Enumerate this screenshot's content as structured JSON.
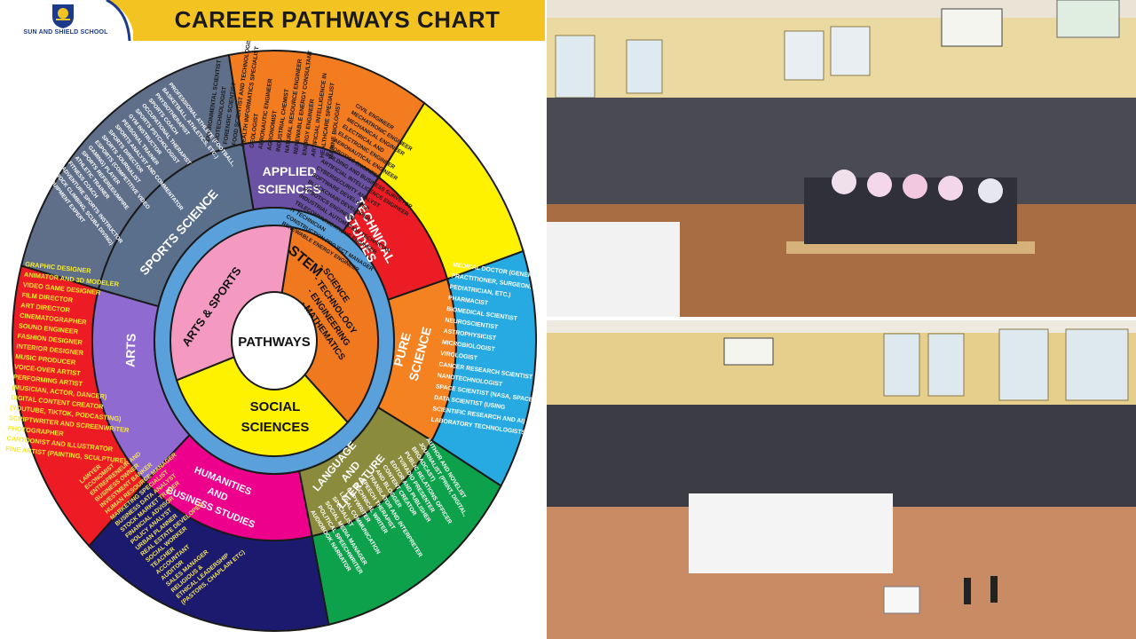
{
  "header": {
    "school_name": "SUN AND SHIELD SCHOOL",
    "title": "CAREER PATHWAYS CHART"
  },
  "colors": {
    "header_yellow": "#f3c321",
    "stem_orange": "#f0791f",
    "arts_pink": "#f49ac1",
    "social_yellow": "#fff200",
    "inner_ring": "#5aa0db",
    "sports_slate": "#5a6f8c",
    "applied_purple": "#6a51a3",
    "technical_red": "#ec1c24",
    "pure_orange": "#f58220",
    "language_olive": "#8a8b3c",
    "humanities_magenta": "#ec008c",
    "arts_purple": "#8f6ad1",
    "outer_orange": "#f47c20",
    "outer_yellow": "#fff200",
    "outer_blue": "#27aae1",
    "outer_green": "#0ea14b",
    "outer_navy": "#1b1a6e",
    "outer_red": "#ed1c24",
    "outer_slate": "#5f6f89"
  },
  "wheel": {
    "center": "PATHWAYS",
    "pathways": [
      {
        "name": "STEM",
        "sub": [
          "- SCIENCE",
          "- TECHNOLOGY",
          "- ENGINEERING",
          "- MATHEMATICS"
        ]
      },
      {
        "name": "SOCIAL",
        "name2": "SCIENCES"
      },
      {
        "name": "ARTS & SPORTS"
      }
    ],
    "tracks": {
      "applied": [
        "APPLIED",
        "SCIENCES"
      ],
      "technical": [
        "TECHNICAL",
        "STUDIES"
      ],
      "pure": [
        "PURE",
        "SCIENCE"
      ],
      "language": [
        "LANGUAGE",
        "AND",
        "LITERATURE"
      ],
      "humanities": [
        "HUMANITIES",
        "AND",
        "BUSINESS STUDIES"
      ],
      "arts": [
        "ARTS"
      ],
      "sports": [
        "SPORTS SCIENCE"
      ]
    },
    "careers": {
      "applied": [
        "ENVIRONMENTAL SCIENTIST",
        "BIOTECHNOLOGIST",
        "FORENSIC SCIENTIST",
        "FOOD SCIENTIST AND TECHNOLOGIST",
        "HEALTH INFORMATICS SPECIALIST",
        "GEOLOGIST",
        "AERONAUTIC ENGINEER",
        "AGRONOMIST",
        "INDUSTRIAL CHEMIST",
        "NATURAL RESOURCE ENGINEER",
        "RENEWABLE ENERGY CONSULTANT",
        "ENERGY ENGINEER",
        "ARTIFICIAL INTELLIGENCE IN",
        "HEALTHCARE SPECIALIST",
        "MARINE BIOLOGIST"
      ],
      "technical": [
        "CIVIL ENGINEER",
        "MECHATRONIC ENGINEER",
        "MECHANICAL ENGINEER",
        "ELECTRICAL AND",
        "ELECTRONIC ENGINEER",
        "AERONAUTICAL ENGINEER",
        "ROBOTICS ENGINEER",
        "BUILDING AND BUSINESS SURVEYOR",
        "ARTIFICIAL INTELLIGENCE ENGINEER",
        "CYBERSECURITY ANALYST",
        "SOFTWARE DEVELOPER",
        "BLOCKCHAIN DEVELOPER",
        "ROBOTICS ENGINEER",
        "INDUSTRIAL AUTOMATION TECHNICIAN",
        "TELECOMMUNICATIONS ENGINEER",
        "IT TECHNICIAN",
        "CONSTRUCTION PROJECT MANAGER",
        "RENEWABLE ENERGY ENGINEER"
      ],
      "pure": [
        "MEDICAL DOCTOR (GENERAL",
        "PRACTITIONER, SURGEON,",
        "PEDIATRICIAN, ETC.)",
        "PHARMACIST",
        "BIOMEDICAL SCIENTIST",
        "NEUROSCIENTIST",
        "ASTROPHYSICIST",
        "MICROBIOLOGIST",
        "VIROLOGIST",
        "CANCER RESEARCH SCIENTIST",
        "NANOTECHNOLOGIST",
        "SPACE SCIENTIST (NASA, SPACEX)",
        "DATA SCIENTIST (USING",
        "SCIENTIFIC RESEARCH AND AI)",
        "LABORATORY TECHNOLOGISTS"
      ],
      "language": [
        "AUTHOR AND NOVELIST",
        "JOURNALIST (PRINT, DIGITAL,",
        "BROADCAST)",
        "PUBLIC RELATIONS OFFICER",
        "TV/RADIO PRESENTER",
        "EDITOR AND PUBLISHER",
        "CONTENT CREATOR",
        "AND BLOGGER",
        "TRANSLATOR AND INTERPRETER",
        "SPEECH THERAPIST",
        "TECHNICAL WRITER",
        "COPYWRITER",
        "LEGAL COMMUNICATION",
        "SPECIALIST",
        "SOCIAL MEDIA MANAGER",
        "POLITICAL SPEECHWRITER",
        "AUDIOBOOK NARRATOR"
      ],
      "humanities": [
        "LAWYER",
        "ECONOMIST",
        "ENTREPRENEUR AND",
        "BUSINESS OWNER",
        "INVESTMENT BANKER",
        "HUMAN RESOURCE MANAGER",
        "MARKETING SPECIALIST",
        "BUSINESS DATA ANALYST",
        "STOCK MARKET TRADER",
        "FINANCIAL ADVISOR",
        "POLICY ANALYST",
        "URBAN PLANNER",
        "REAL ESTATE DEVELOPER",
        "SOCIAL WORKER",
        "TEACHER",
        "ACCOUNTANT",
        "AUDITOR",
        "SALES MANAGER",
        "RELIGIOUS &",
        "ETHICAL LEADERSHIP",
        "(PASTORS, CHAPLAIN ETC)"
      ],
      "arts": [
        "GRAPHIC DESIGNER",
        "ANIMATOR AND 3D MODELER",
        "VIDEO GAME DESIGNER",
        "FILM DIRECTOR",
        "ART DIRECTOR",
        "CINEMATOGRAPHER",
        "SOUND ENGINEER",
        "FASHION DESIGNER",
        "INTERIOR DESIGNER",
        "MUSIC PRODUCER",
        "VOICE-OVER ARTIST",
        "PERFORMING ARTIST",
        "(MUSICIAN, ACTOR, DANCER)",
        "DIGITAL CONTENT CREATOR",
        "(YOUTUBE, TIKTOK, PODCASTING)",
        "SCRIPTWRITER AND SCREENWRITER",
        "PHOTOGRAPHER",
        "CARTOONIST AND ILLUSTRATOR",
        "FINE ARTIST (PAINTING, SCULPTURE)"
      ],
      "sports": [
        "PROFESSIONAL ATHLETE (FOOTBALL,",
        "BASKETBALL, ATHLETICS, ETC.)",
        "PHYSIOTHERAPIST",
        "SPORTS COACH",
        "OCCUPATIONAL THERAPIST",
        "SPORTS PSYCHOLOGIST",
        "GYM INSTRUCTOR",
        "PERSONAL TRAINER",
        "SPORTS ANALYST AND COMMENTATOR",
        "SPORTS DIRECTOR",
        "SPORTS JOURNALIST",
        "ESPORTS (COMPETITIVE VIDEO",
        "GAMING) PLAYER",
        "SPORTS REFEREE/UMPIRE",
        "ATHLETIC TRAINER",
        "FITNESS COACH",
        "ADVENTURE SPORTS INSTRUCTOR",
        "(ROCK CLIMBING, SCUBA DIVING)",
        "EQUIPMENT EXPERT"
      ]
    }
  }
}
